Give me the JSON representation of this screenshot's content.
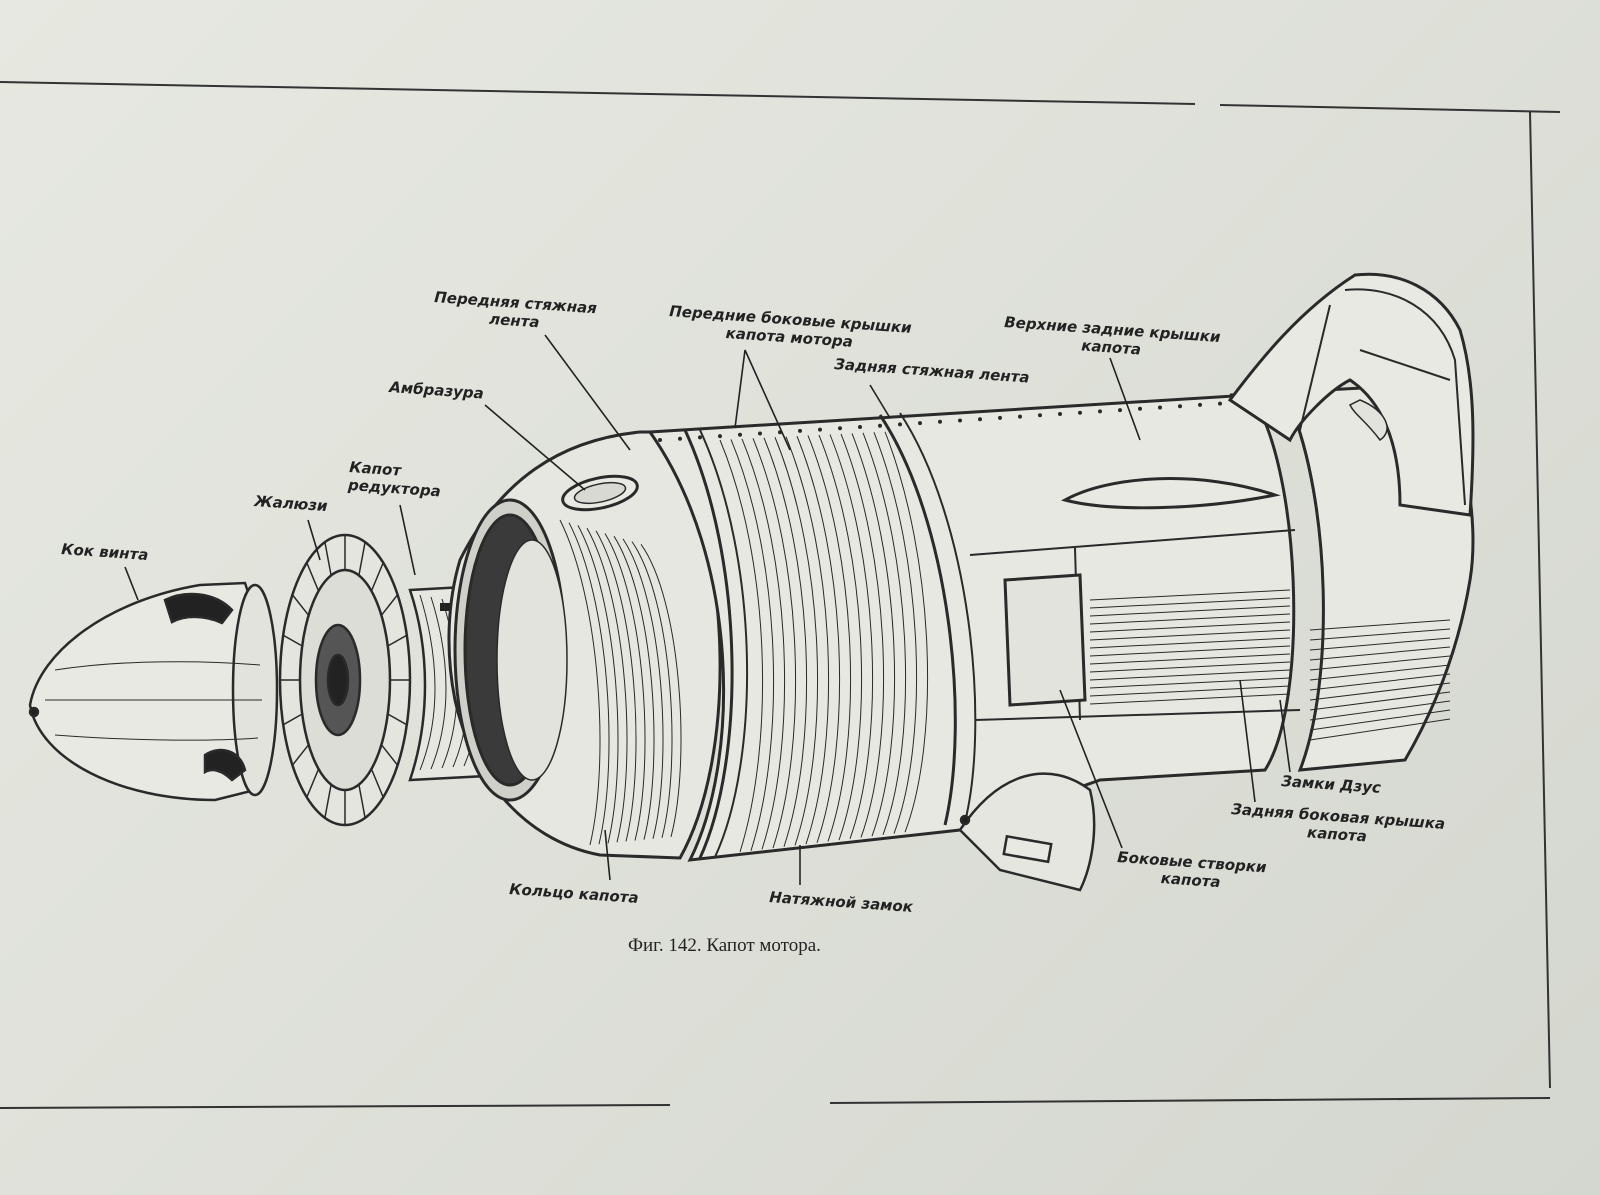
{
  "figure": {
    "caption": "Фиг. 142. Капот мотора.",
    "labels": {
      "kok_vinta": "Кок винта",
      "zhalyuzi": "Жалюзи",
      "kapot_reduktora": "Капот\nредуктора",
      "ambrazura": "Амбразура",
      "perednyaya_lenta": "Передняя стяжная\nлента",
      "perednie_kryshki": "Передние боковые крышки\nкапота мотора",
      "zadnyaya_lenta": "Задняя стяжная лента",
      "verkhnie_kryshki": "Верхние задние крышки\nкапота",
      "zamki_dzus": "Замки Дзус",
      "zadnyaya_bokovaya": "Задняя боковая крышка\nкапота",
      "bokovye_stvorki": "Боковые створки\nкапота",
      "naтyazhnoi_zamok": "Натяжной замок",
      "koltso_kapota": "Кольцо капота"
    }
  },
  "colors": {
    "paper": "#e3e5de",
    "ink": "#2a2a2a"
  }
}
